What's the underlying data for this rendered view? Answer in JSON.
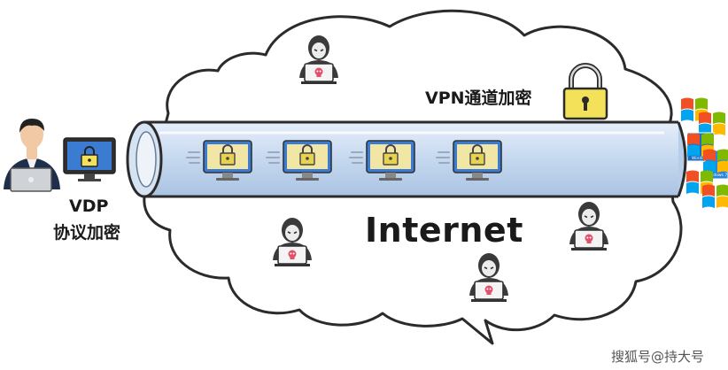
{
  "labels": {
    "vpn_tunnel": "VPN通道加密",
    "vdp_line1": "VDP",
    "vdp_line2": "协议加密",
    "internet": "Internet",
    "watermark": "搜狐号@持大号",
    "windows_logo_text_1": "Windows",
    "windows_logo_text_2": "Windows 7"
  },
  "colors": {
    "tunnel_fill": "#cfe0f3",
    "tunnel_stroke": "#2b2b2b",
    "cloud_stroke": "#2b2b2b",
    "lock_yellow": "#f3e15a",
    "monitor_blue": "#3b7bd1",
    "hacker_dark": "#3a3a3a",
    "skull_red": "#e0506a"
  },
  "icons": {
    "user": "user-with-laptop-icon",
    "vdp_monitor": "monitor-lock-icon",
    "tunnel_packets": "monitor-lock-icon",
    "hackers": "hacker-icon",
    "tunnel_lock": "padlock-icon",
    "servers": "windows-logo-icon"
  }
}
